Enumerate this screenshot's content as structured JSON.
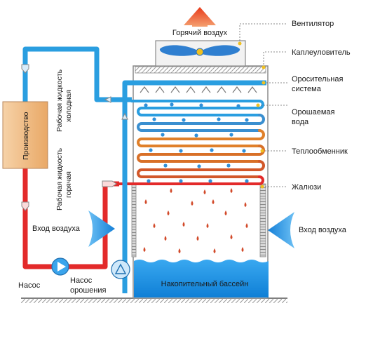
{
  "labels": {
    "hot_air": "Горячий воздух",
    "fan": "Вентилятор",
    "drift_eliminator": "Каплеуловитель",
    "spray_system_1": "Оросительная",
    "spray_system_2": "система",
    "spray_water_1": "Орошаемая",
    "spray_water_2": "вода",
    "heat_exchanger": "Теплообменник",
    "louvers": "Жалюзи",
    "air_inlet_left": "Вход воздуха",
    "air_inlet_right": "Вход воздуха",
    "pump": "Насос",
    "spray_pump_1": "Насос",
    "spray_pump_2": "орошения",
    "basin": "Накопительный бассейн",
    "production": "Производство",
    "cold_fluid_1": "Рабочая жидкость",
    "cold_fluid_2": "холодная",
    "hot_fluid_1": "Рабочая жидкость",
    "hot_fluid_2": "горячая"
  },
  "colors": {
    "cold_pipe": "#2a9ee0",
    "hot_pipe": "#e32a2a",
    "basin_water": "#1f95e8",
    "production_box": "#f0c08a",
    "air_arrow": "#1e8fe0",
    "hot_air_arrow": "#f05a28",
    "fan_blade": "#2f7fd0",
    "coil_orange": "#e0802a",
    "drop_blue": "#2f8fd8",
    "drop_red": "#d24a2a"
  }
}
